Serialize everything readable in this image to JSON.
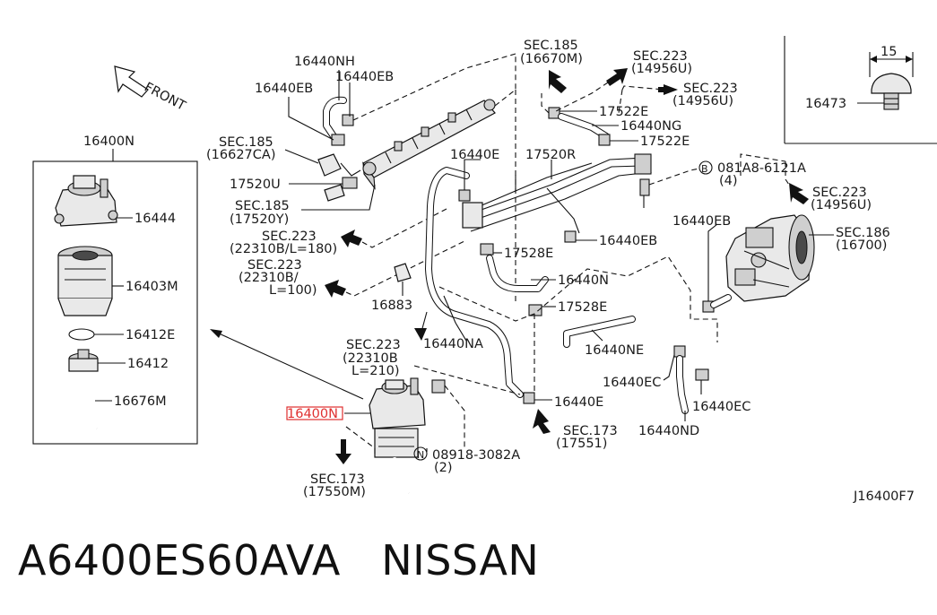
{
  "diagram_id": "J16400F7",
  "footer": {
    "part_code": "A6400ES60AVA",
    "brand": "NISSAN"
  },
  "front_label": "FRONT",
  "inset_right": {
    "dimension": "15",
    "part": "16473"
  },
  "inset_left": {
    "title": "16400N",
    "parts": [
      "16444",
      "16403M",
      "16412E",
      "16412",
      "16676M"
    ]
  },
  "labels": {
    "p16440NH": "16440NH",
    "p16440EB_a": "16440EB",
    "p16440EB_b": "16440EB",
    "sec185_16627CA_a": "SEC.185",
    "sec185_16627CA_b": "(16627CA)",
    "p17520U": "17520U",
    "sec185_17520Y_a": "SEC.185",
    "sec185_17520Y_b": "(17520Y)",
    "sec223_22310B180_a": "SEC.223",
    "sec223_22310B180_b": "(22310B/L=180)",
    "sec223_22310B100_a": "SEC.223",
    "sec223_22310B100_b": "(22310B/",
    "sec223_22310B100_c": "L=100)",
    "p16883": "16883",
    "sec185_16670M_a": "SEC.185",
    "sec185_16670M_b": "(16670M)",
    "sec223_14956U_a1": "SEC.223",
    "sec223_14956U_a2": "(14956U)",
    "sec223_14956U_b1": "SEC.223",
    "sec223_14956U_b2": "(14956U)",
    "p17522E_a": "17522E",
    "p16440NG": "16440NG",
    "p17522E_b": "17522E",
    "p16440E_a": "16440E",
    "p17520R": "17520R",
    "bolt_B": "B",
    "bolt_081A8": "081A8-6121A",
    "bolt_qty": "(4)",
    "sec223_14956U_c1": "SEC.223",
    "sec223_14956U_c2": "(14956U)",
    "p16440EB_c": "16440EB",
    "p16440EB_d": "16440EB",
    "sec186_a": "SEC.186",
    "sec186_b": "(16700)",
    "p17528E_a": "17528E",
    "p16440N": "16440N",
    "p17528E_b": "17528E",
    "p16440NE": "16440NE",
    "p16440NA": "16440NA",
    "sec223_22310B210_a": "SEC.223",
    "sec223_22310B210_b": "(22310B",
    "sec223_22310B210_c": "L=210)",
    "p16440EC_a": "16440EC",
    "p16440EC_b": "16440EC",
    "p16440E_b": "16440E",
    "sec173_17551_a": "SEC.173",
    "sec173_17551_b": "(17551)",
    "p16440ND": "16440ND",
    "p16400N_hl": "16400N",
    "nut_N": "N",
    "nut_08918": "08918-3082A",
    "nut_qty": "(2)",
    "sec173_17550M_a": "SEC.173",
    "sec173_17550M_b": "(17550M)"
  }
}
